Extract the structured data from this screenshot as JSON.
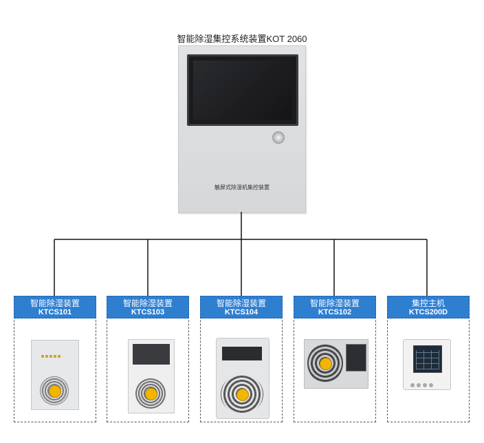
{
  "main": {
    "title": "智能除湿集控系统装置KOT 2060",
    "cabinet_label": "触屏式除湿机集控装置"
  },
  "devices": [
    {
      "name": "智能除湿装置",
      "model": "KTCS101"
    },
    {
      "name": "智能除湿装置",
      "model": "KTCS103"
    },
    {
      "name": "智能除湿装置",
      "model": "KTCS104"
    },
    {
      "name": "智能除湿装置",
      "model": "KTCS102"
    },
    {
      "name": "集控主机",
      "model": "KTCS200D"
    }
  ],
  "colors": {
    "header_blue": "#2f7fd1",
    "line": "#111111"
  }
}
